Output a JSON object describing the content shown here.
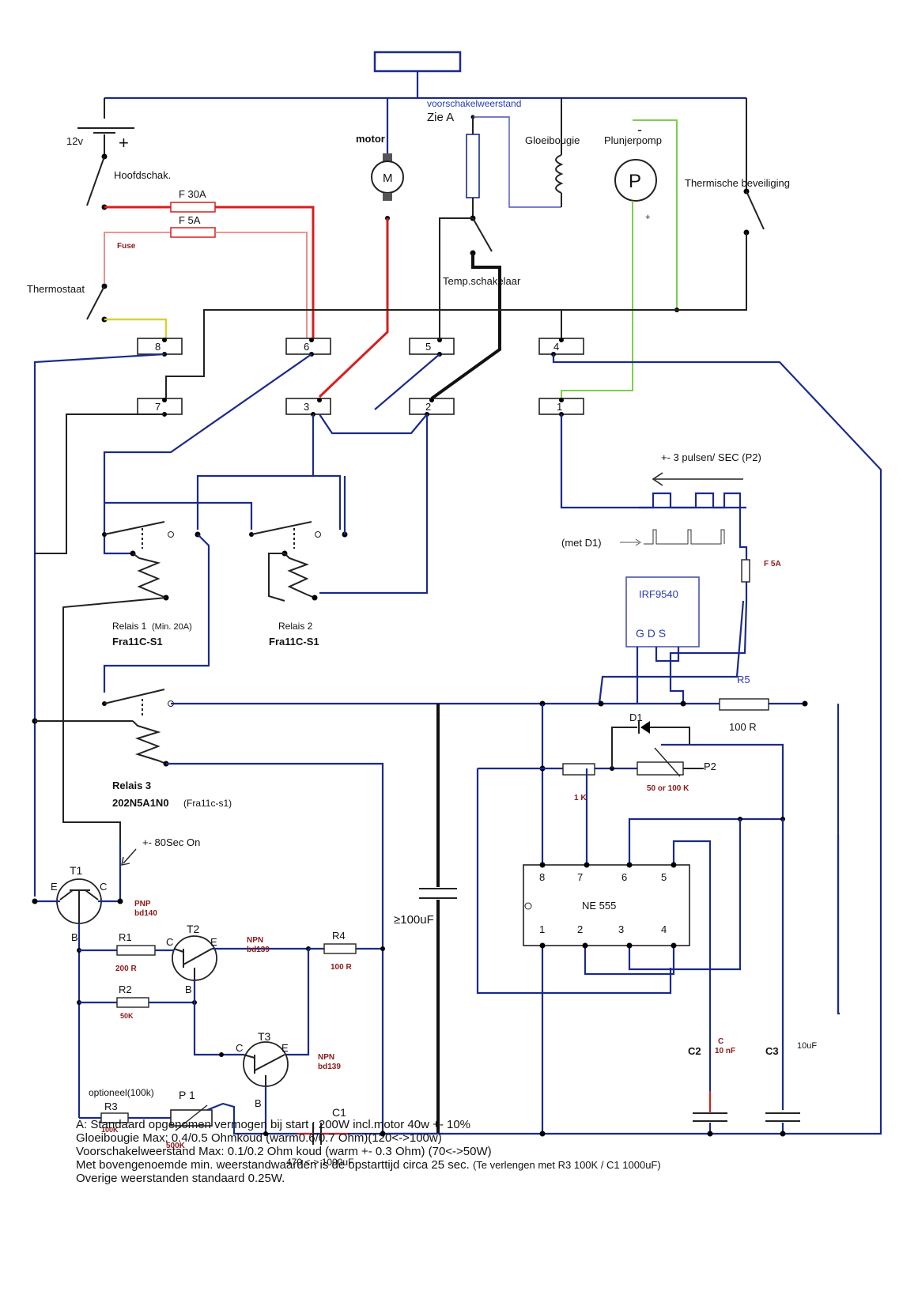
{
  "components": {
    "battery": "12v",
    "main_switch": "Hoofdschak.",
    "fuse_30": "F 30A",
    "fuse_5": "F 5A",
    "fuse_tag": "Fuse",
    "thermostat": "Thermostaat",
    "motor": "motor",
    "motor_symbol": "M",
    "ballast_title": "voorschakelweerstand",
    "ballast_ref": "Zie A",
    "glow_plug": "Gloeibougie",
    "pump": "Plunjerpomp",
    "pump_symbol": "P",
    "pump_minus": "-",
    "pump_plus": "+",
    "thermal_protect": "Thermische beveiliging",
    "temp_switch": "Temp.schakelaar",
    "pulse_rate": "+-  3 pulsen/ SEC (P2)",
    "with_d1": "(met D1)",
    "fuse_pump": "F 5A",
    "mosfet": "IRF9540",
    "mosfet_pins": "G  D  S",
    "r5": "R5",
    "r5_value": "100 R",
    "d1": "D1",
    "p2": "P2",
    "p2_value": "50 or 100 K",
    "r_1k": "1 K",
    "ic": "NE 555",
    "cap_main": "≥100uF",
    "c2": "C2",
    "c2_tag": "C",
    "c2_value": "10 nF",
    "c3": "C3",
    "c3_value": "10uF",
    "relay1_label": "Relais 1",
    "relay1_note": "(Min. 20A)",
    "relay1_type": "Fra11C-S1",
    "relay2_label": "Relais 2",
    "relay2_type": "Fra11C-S1",
    "relay3_label": "Relais 3",
    "relay3_type": "202N5A1N0",
    "relay3_note": "(Fra11c-s1)",
    "timer_note": "+- 80Sec On",
    "t1": "T1",
    "t1_type": "PNP",
    "t1_part": "bd140",
    "t2": "T2",
    "t2_type": "NPN",
    "t2_part": "bd139",
    "t3": "T3",
    "t3_type": "NPN",
    "t3_part": "bd139",
    "pin_e": "E",
    "pin_c": "C",
    "pin_b": "B",
    "r1": "R1",
    "r1_value": "200 R",
    "r2": "R2",
    "r2_value": "50K",
    "r3": "R3",
    "r3_value": "100K",
    "r4": "R4",
    "r4_value": "100 R",
    "p1": "P 1",
    "p1_value": "500K",
    "optional": "optioneel(100k)",
    "c1": "C1",
    "c1_value": "470 <-> 1000uF"
  },
  "terminals": [
    "8",
    "6",
    "5",
    "4",
    "7",
    "3",
    "2",
    "1"
  ],
  "ic_pins": [
    "8",
    "7",
    "6",
    "5",
    "1",
    "2",
    "3",
    "4"
  ],
  "notes": {
    "line1": "A: Standaard opgenomen vermogen bij start ; 200W incl.motor 40w +- 10%",
    "line2": "Gloeibougie Max; 0.4/0.5 Ohmkoud (warm0.6/0.7 Ohm)(120<->100w)",
    "line3": "Voorschakelweerstand Max: 0.1/0.2 Ohm koud (warm +- 0.3 Ohm) (70<->50W)",
    "line4": "Met bovengenoemde min. weerstandwaarden is de opstarttijd circa 25 sec.",
    "line4_extra": "(Te verlengen met R3 100K / C1 1000uF)",
    "line5": "Overige weerstanden standaard 0.25W."
  },
  "colors": {
    "wire_blue": "#1b2a8c",
    "wire_red": "#d61f1f",
    "wire_green": "#7ccf4a",
    "wire_yellow": "#d6d23a",
    "wire_black": "#111111"
  }
}
